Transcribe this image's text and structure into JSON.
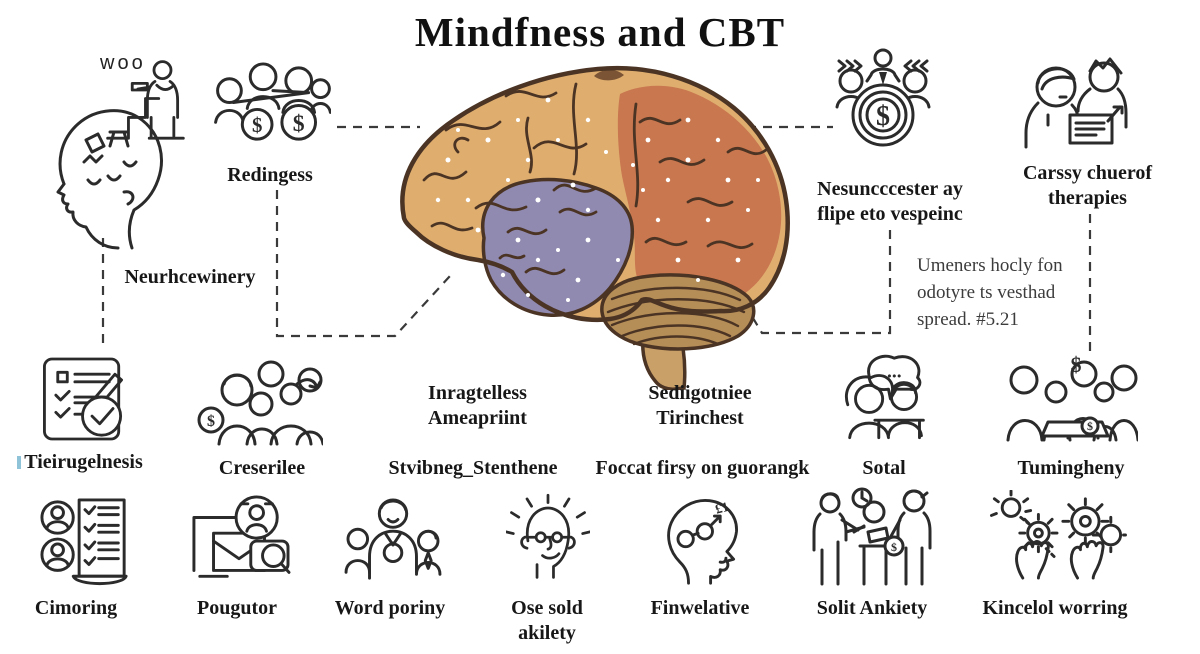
{
  "title": "Mindfness and CBT",
  "colors": {
    "frontal": "#dfae6f",
    "occipital": "#c9774f",
    "temporal": "#9089b0",
    "cerebellum": "#b58d57",
    "stem": "#c9a068",
    "outline": "#4b3424",
    "tick": "#8fc3d8",
    "line": "#3a3a3a",
    "ink": "#2b2b2b"
  },
  "glyphs": {
    "dollar": "$",
    "dots": "...",
    "pound": "£1"
  },
  "items": {
    "woo": {
      "label": "woo"
    },
    "redingess": {
      "label": "Redingess"
    },
    "neurhcewinery": {
      "label": "Neurhcewinery"
    },
    "nesun": {
      "line1": "Nesuncccester ay",
      "line2": "flipe eto vespeinc"
    },
    "carssy": {
      "line1": "Carssy chuerof",
      "line2": "therapies"
    },
    "note": {
      "line1": "Umeners hocly fon",
      "line2": "odotyre ts vesthad",
      "line3": "spread. #5.21"
    },
    "tieirugelnesis": {
      "label": "Tieirugelnesis"
    },
    "creserilee": {
      "label": "Creserilee"
    },
    "inragtelless": {
      "line1": "Inragtelless",
      "line2": "Ameapriint"
    },
    "sediigotniee": {
      "line1": "Sediigotniee",
      "line2": "Tirinchest"
    },
    "stvibneg": {
      "label": "Stvibneg_Stenthene"
    },
    "foccat": {
      "label": "Foccat firsy on guorangk"
    },
    "sotal": {
      "label": "Sotal"
    },
    "tumingheny": {
      "label": "Tumingheny"
    },
    "cimoring": {
      "label": "Cimoring"
    },
    "pougutor": {
      "label": "Pougutor"
    },
    "word_poriny": {
      "label": "Word poriny"
    },
    "ose_sold": {
      "line1": "Ose sold",
      "line2": "akilety"
    },
    "finwelative": {
      "label": "Finwelative"
    },
    "solit_ankiety": {
      "label": "Solit Ankiety"
    },
    "kincelol": {
      "label": "Kincelol worring"
    }
  }
}
